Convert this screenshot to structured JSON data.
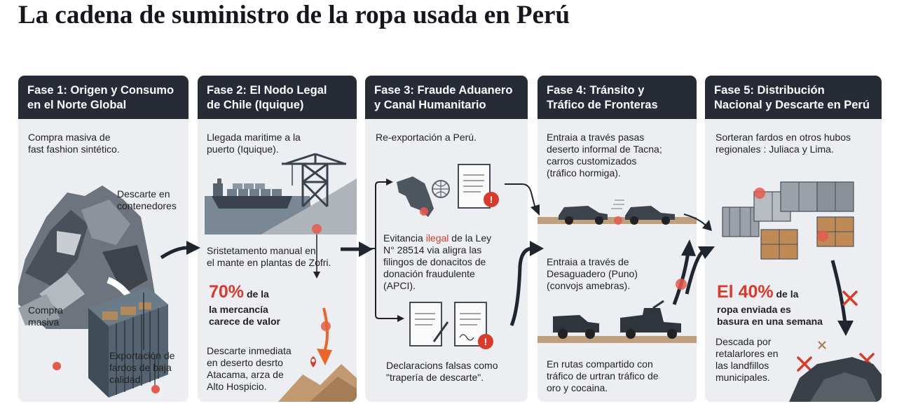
{
  "title": "La cadena de suministro de la ropa usada en Perú",
  "phases": [
    {
      "header": [
        "Fase 1: Origen y Consumo",
        "en el Norte Global"
      ],
      "intro": [
        "Compra masiva de",
        "fast fashion sintético."
      ],
      "discard": [
        "Descarte en",
        "contenedores"
      ],
      "buy": [
        "Compra",
        "masiva"
      ],
      "export": [
        "Exportación de",
        "fardos de baja",
        "calidad"
      ]
    },
    {
      "header": [
        "Fase 2: El Nodo Legal",
        "de Chile (Iquique)"
      ],
      "arrival": [
        "Llegada maritime a la",
        "puerto (Iquique)."
      ],
      "sorting": [
        "Sristetamento manual en",
        "el mante en plantas de Zofri."
      ],
      "stat_pct": "70%",
      "stat_rest1": "de la",
      "stat_rest2": [
        "la mercancía",
        "carece de valor"
      ],
      "desert": [
        "Descarte inmediata",
        "en deserto desrto",
        "Atacama, arza de",
        "Alto Hospicio."
      ]
    },
    {
      "header": [
        "Fase 3: Fraude Aduanero",
        "y Canal Humanitario"
      ],
      "reexport": "Re-exportación a Perú.",
      "evasion_a": "Evitancia ",
      "evasion_red": "ilegal",
      "evasion_b": " de la Ley",
      "evasion_rest": [
        "N° 28514 via aligra las",
        "filingos de donacitos de",
        "donación fraudulente",
        "(APCI)."
      ],
      "false_decl": [
        "Declaracions falsas como",
        "\"trapería de descarte\"."
      ]
    },
    {
      "header": [
        "Fase 4: Tránsito y",
        "Tráfico de Fronteras"
      ],
      "route1": [
        "Entraia a través pasas",
        "deserto informal de Tacna;",
        "carros customizados",
        "(tráfico hormiga)."
      ],
      "route2": [
        "Entraia a través de",
        "Desaguadero (Puno)",
        "(convojs amebras)."
      ],
      "shared": [
        "En rutas compartido con",
        "tráfico de urtran tráfico de",
        "oro y cocaina."
      ]
    },
    {
      "header": [
        "Fase 5: Distribución",
        "Nacional y Descarte en Perú"
      ],
      "sort": [
        "Sorteran fardos en otros hubos",
        "regionales : Juliaca y Lima."
      ],
      "stat_pct": "El 40%",
      "stat_rest1": "de la",
      "stat_rest2": [
        "ropa enviada es",
        "basura en una semana"
      ],
      "landfill": [
        "Descada por",
        "retalarlores en",
        "las landfillos",
        "municipales."
      ]
    }
  ],
  "colors": {
    "header_bg": "#262b36",
    "panel_bg": "#eceef1",
    "accent_red": "#d83a2c",
    "arrow": "#1f2630"
  }
}
